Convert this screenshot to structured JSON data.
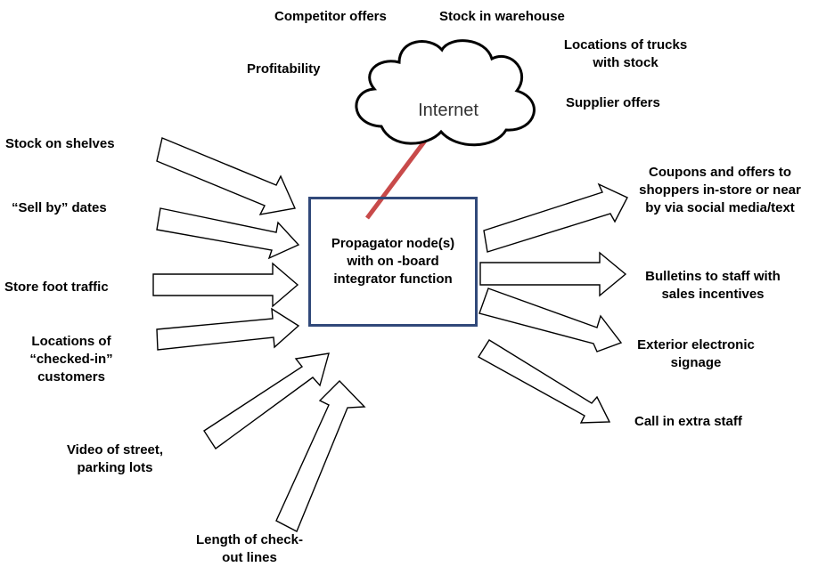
{
  "colors": {
    "link_line": "#c84a4a",
    "box_border": "#31497a"
  },
  "cloud": {
    "label": "Internet"
  },
  "central_node": {
    "lines": [
      "Propagator node(s)",
      "with on -board",
      "integrator function"
    ]
  },
  "internet_sources": {
    "competitor_offers": "Competitor offers",
    "stock_in_warehouse": "Stock in warehouse",
    "profitability": "Profitability",
    "truck_locations": [
      "Locations of trucks",
      "with stock"
    ],
    "supplier_offers": "Supplier offers"
  },
  "inputs": {
    "stock_on_shelves": "Stock on shelves",
    "sell_by_dates": "“Sell by” dates",
    "store_foot_traffic": "Store foot traffic",
    "checked_in_customers": [
      "Locations of",
      "“checked-in”",
      "customers"
    ],
    "video_street": [
      "Video of street,",
      "parking lots"
    ],
    "checkout_lines": [
      "Length of check-",
      "out lines"
    ]
  },
  "outputs": {
    "coupons": [
      "Coupons and offers to",
      "shoppers in-store or near",
      "by via social media/text"
    ],
    "bulletins": [
      "Bulletins to staff with",
      "sales incentives"
    ],
    "signage": [
      "Exterior electronic",
      "signage"
    ],
    "extra_staff": "Call in extra staff"
  }
}
